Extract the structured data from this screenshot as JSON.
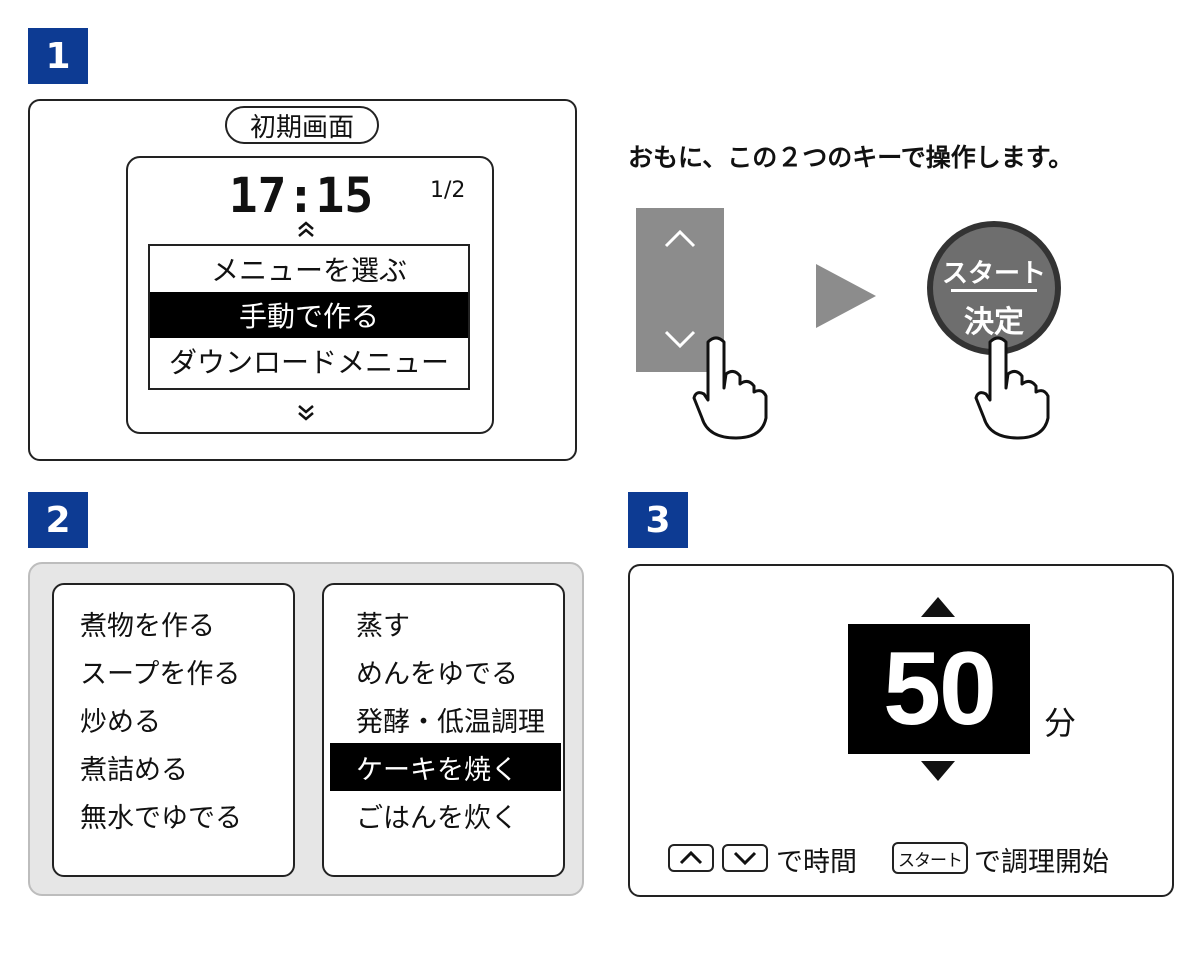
{
  "section1": {
    "step": "1",
    "screen_label": "初期画面",
    "time": "17:15",
    "page": "1/2",
    "menu_items": [
      "メニューを選ぶ",
      "手動で作る",
      "ダウンロードメニュー"
    ],
    "selected_index": 1
  },
  "instruction": "おもに、この２つのキーで操作します。",
  "start_key": {
    "top": "スタート",
    "bottom": "決定"
  },
  "section2": {
    "step": "2",
    "left_list": [
      "煮物を作る",
      "スープを作る",
      "炒める",
      "煮詰める",
      "無水でゆでる"
    ],
    "right_list": [
      "蒸す",
      "めんをゆでる",
      "発酵・低温調理",
      "ケーキを焼く",
      "ごはんを炊く"
    ],
    "right_selected_index": 3
  },
  "section3": {
    "step": "3",
    "value": "50",
    "unit": "分",
    "hint_time": "で時間",
    "hint_start_key": "スタート",
    "hint_start": "で調理開始"
  },
  "colors": {
    "step_badge": "#0d3b93",
    "arrow_key": "#8c8c8c",
    "start_key": "#6e6e6e"
  },
  "icons": [
    "chevron-up-icon",
    "chevron-down-icon",
    "double-chevron-up-icon",
    "double-chevron-down-icon",
    "hand-pointer-icon",
    "play-arrow-icon",
    "triangle-up-icon",
    "triangle-down-icon"
  ]
}
